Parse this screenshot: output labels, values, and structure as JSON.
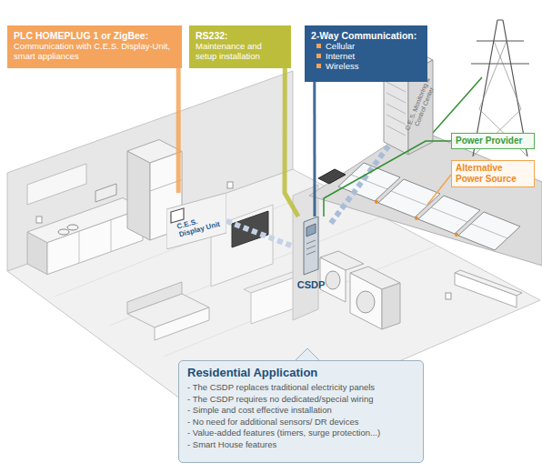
{
  "diagram": {
    "nodes": [
      {
        "text": [
          "PLC HOMEPLUG 1 or ZigBee:",
          "Communication with C.E.S. Display-Unit, smart appliances"
        ]
      },
      {
        "text": [
          "RS232:",
          "Maintenance and setup installation"
        ]
      },
      {
        "text": [
          "2-Way Communication:",
          "Cellular",
          "Internet",
          "Wireless"
        ]
      },
      {
        "text": [
          "C.E.S. Monitoring & Control Center"
        ]
      },
      {
        "text": [
          "Power Provider"
        ]
      },
      {
        "text": [
          "Alternative Power Source"
        ]
      },
      {
        "text": [
          "C.E.S. Display Unit"
        ]
      },
      {
        "text": [
          "CSDP"
        ]
      },
      {
        "text": [
          "Residential Application",
          "- The CSDP replaces traditional electricity panels",
          "- The CSDP requires no dedicated/special wiring",
          "- Simple and cost effective installation",
          "- No need for additional sensors/ DR devices",
          "- Value-added features (timers, surge protection...)",
          "- Smart House features"
        ]
      }
    ],
    "edges": [
      {
        "from": 0,
        "to": 6,
        "arrow": "none"
      },
      {
        "from": 1,
        "to": 7,
        "arrow": "none"
      },
      {
        "from": 2,
        "to": 7,
        "arrow": "none"
      },
      {
        "from": 3,
        "to": 7,
        "arrow": "none"
      },
      {
        "from": 4,
        "to": 7,
        "arrow": "none"
      },
      {
        "from": 6,
        "to": 7,
        "arrow": "none"
      }
    ]
  }
}
